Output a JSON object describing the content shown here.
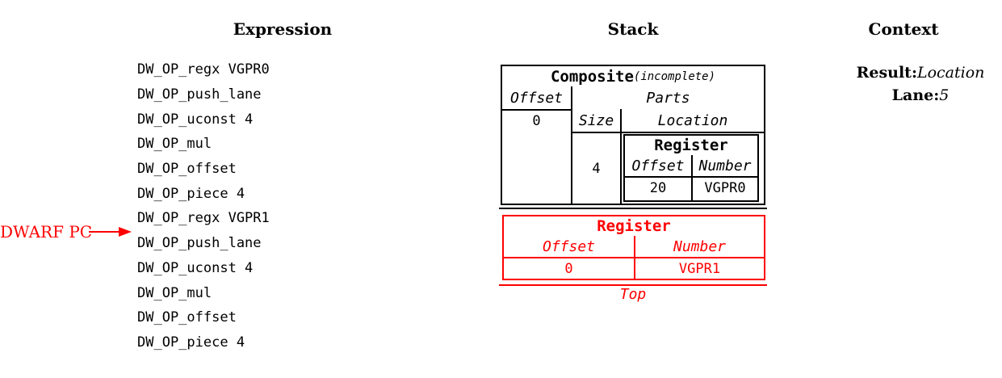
{
  "palette": {
    "red": "#fe0000",
    "black": "#000000",
    "background": "#ffffff"
  },
  "headers": {
    "expression": "Expression",
    "stack": "Stack",
    "context": "Context"
  },
  "expression": {
    "ops": [
      "DW_OP_regx VGPR0",
      "DW_OP_push_lane",
      "DW_OP_uconst 4",
      "DW_OP_mul",
      "DW_OP_offset",
      "DW_OP_piece 4",
      "DW_OP_regx VGPR1",
      "DW_OP_push_lane",
      "DW_OP_uconst 4",
      "DW_OP_mul",
      "DW_OP_offset",
      "DW_OP_piece 4"
    ],
    "pc": {
      "label": "DWARF PC",
      "points_to_op_index": 7
    }
  },
  "stack": {
    "composite_entry": {
      "title": "Composite",
      "qualifier": "(incomplete)",
      "offset_header": "Offset",
      "offset_value": "0",
      "parts_header": "Parts",
      "size_header": "Size",
      "size_value": "4",
      "location_header": "Location",
      "location_register": {
        "title": "Register",
        "offset_header": "Offset",
        "offset_value": "20",
        "number_header": "Number",
        "number_value": "VGPR0"
      }
    },
    "top_entry": {
      "title": "Register",
      "offset_header": "Offset",
      "offset_value": "0",
      "number_header": "Number",
      "number_value": "VGPR1"
    },
    "top_marker": "Top"
  },
  "context": {
    "result_label": "Result:",
    "result_value": "Location",
    "lane_label": "Lane:",
    "lane_value": "5"
  }
}
